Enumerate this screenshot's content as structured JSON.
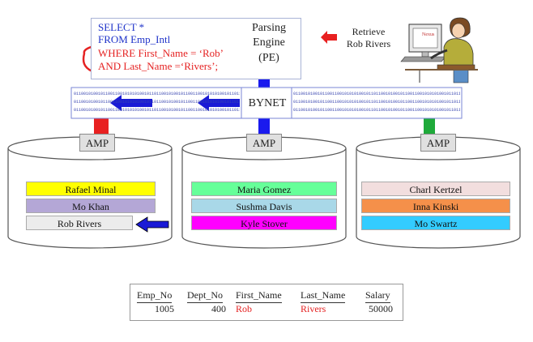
{
  "sql": {
    "line1": "SELECT *",
    "line2": "FROM Emp_Intl",
    "line3": "WHERE First_Name = ‘Rob’",
    "line4": "AND Last_Name =‘Rivers’;"
  },
  "pe": {
    "line1": "Parsing",
    "line2": "Engine",
    "line3": "(PE)"
  },
  "retrieve": {
    "line1": "Retrieve",
    "line2": "Rob Rivers"
  },
  "nexus_label": "Nexus",
  "bynet_label": "BYNET",
  "bits_line": "011001010010110011001010101001011011001010010110011001010101001011011001010",
  "amp_label": "AMP",
  "amps": [
    {
      "rows": [
        {
          "text": "Rafael Minal",
          "color": "#ffff00"
        },
        {
          "text": "Mo Khan",
          "color": "#b4a7d6"
        },
        {
          "text": "Rob Rivers",
          "color": "#ececec"
        }
      ]
    },
    {
      "rows": [
        {
          "text": "Maria Gomez",
          "color": "#66ff99"
        },
        {
          "text": "Sushma Davis",
          "color": "#a9d8e8"
        },
        {
          "text": "Kyle Stover",
          "color": "#ff00ff"
        }
      ]
    },
    {
      "rows": [
        {
          "text": "Charl Kertzel",
          "color": "#f2dede"
        },
        {
          "text": "Inna Kinski",
          "color": "#f5904a"
        },
        {
          "text": "Mo Swartz",
          "color": "#33ccff"
        }
      ]
    }
  ],
  "result": {
    "headers": [
      "Emp_No",
      "Dept_No",
      "First_Name",
      "Last_Name",
      "Salary"
    ],
    "row": [
      "1005",
      "400",
      "Rob",
      "Rivers",
      "50000"
    ]
  },
  "colors": {
    "sql_blue": "#1f33c9",
    "highlight_red": "#e52222",
    "pipe_red": "#e82020",
    "pipe_blue": "#1a1aee",
    "pipe_green": "#1faa3a",
    "arrow_blue": "#1a1ad6"
  }
}
